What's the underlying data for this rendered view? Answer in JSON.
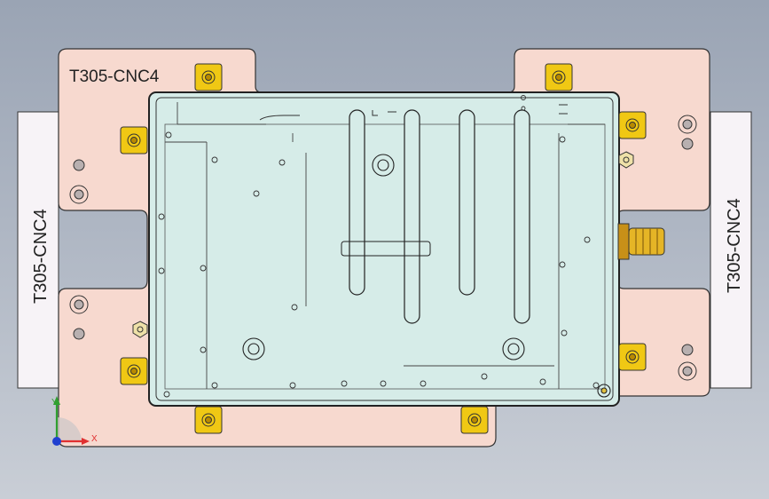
{
  "fixture": {
    "engraving_top": "T305-CNC4",
    "engraving_left": "T305-CNC4",
    "engraving_right": "T305-CNC4"
  },
  "triad": {
    "x_label": "X",
    "y_label": "Y"
  },
  "colors": {
    "background_top": "#9aa4b4",
    "background_bottom": "#c9ced6",
    "fixture_plate": "#f7d9cf",
    "side_bars": "#f7f3f7",
    "workpiece": "#d6ece8",
    "clamp_yellow": "#f0c814",
    "fitting_brass": "#d9a820",
    "axis_x": "#e03030",
    "axis_y": "#30a030",
    "axis_z": "#2040d0"
  }
}
